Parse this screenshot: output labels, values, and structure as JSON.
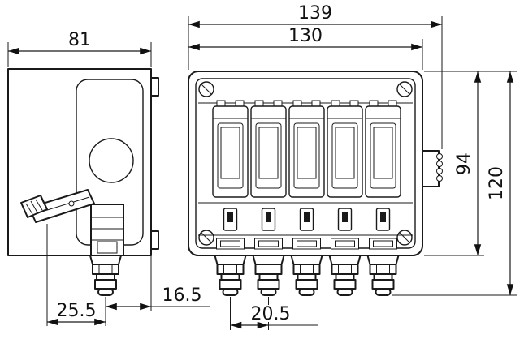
{
  "drawing": {
    "kind": "technical-dimension-drawing",
    "views": [
      "side-view",
      "front-view"
    ]
  },
  "dimensions": {
    "width_overall": "139",
    "width_body": "130",
    "depth": "81",
    "height_body": "94",
    "height_overall": "120",
    "gland_offset": "16.5",
    "gland_center_side": "25.5",
    "gland_spacing": "20.5"
  }
}
